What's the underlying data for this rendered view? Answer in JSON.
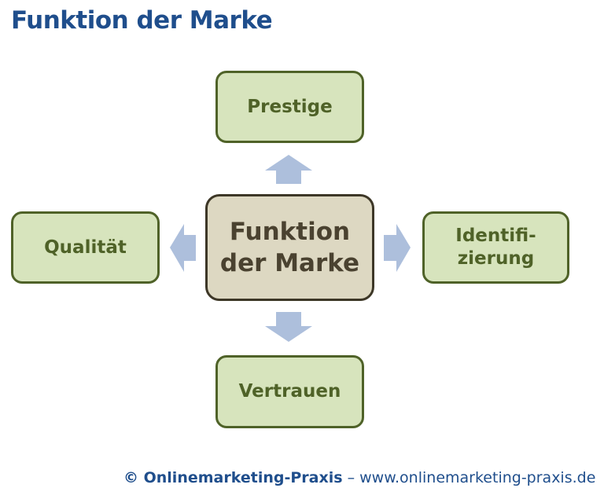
{
  "title": "Funktion der Marke",
  "center": {
    "line1": "Funktion",
    "line2": "der Marke"
  },
  "nodes": {
    "top": "Prestige",
    "left": "Qualität",
    "right": {
      "line1": "Identifi-",
      "line2": "zierung"
    },
    "bottom": "Vertrauen"
  },
  "footer": {
    "brand": "© Onlinemarketing-Praxis",
    "separator": " – ",
    "url": "www.onlinemarketing-praxis.de"
  },
  "colors": {
    "title": "#1f4e8c",
    "node_fill": "#d7e4bd",
    "node_border": "#4f6228",
    "center_fill": "#ddd8c2",
    "arrow": "#adbfdc"
  }
}
